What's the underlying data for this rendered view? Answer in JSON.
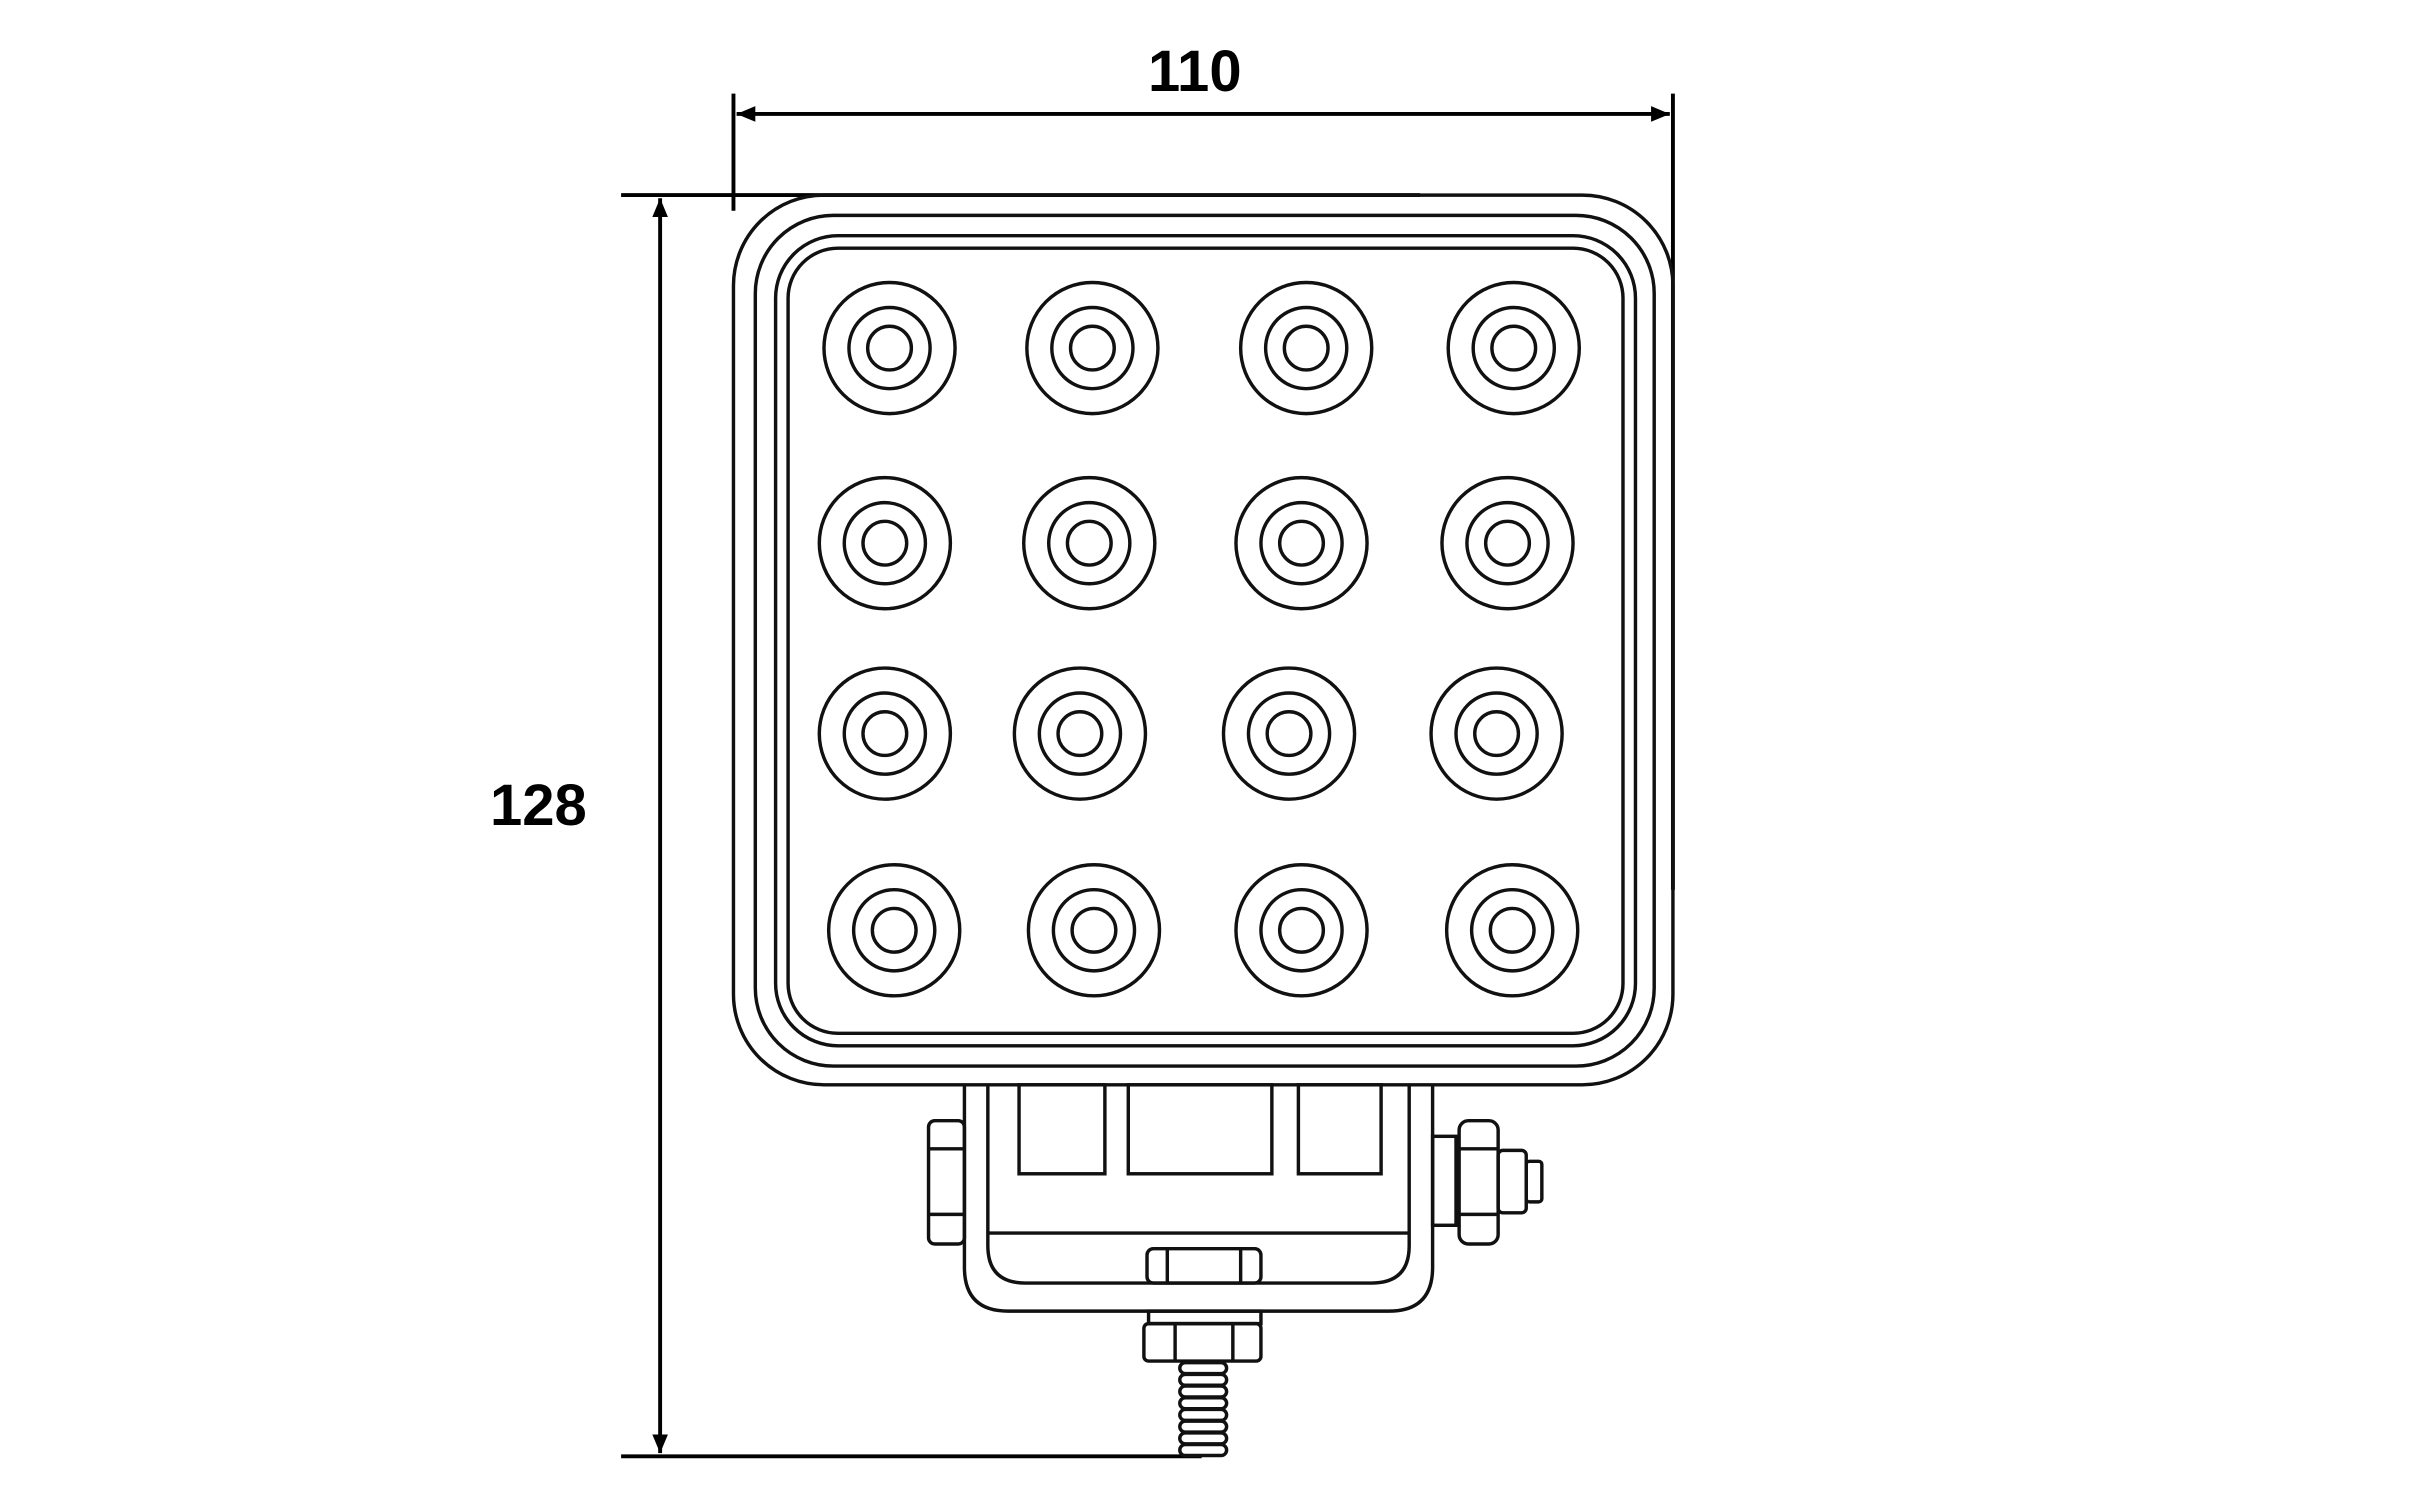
{
  "dimensions": {
    "width_label": "110",
    "height_label": "128"
  },
  "led_grid": {
    "rows": 4,
    "columns": 4
  },
  "colors": {
    "line": "#111111",
    "background": "#ffffff"
  }
}
